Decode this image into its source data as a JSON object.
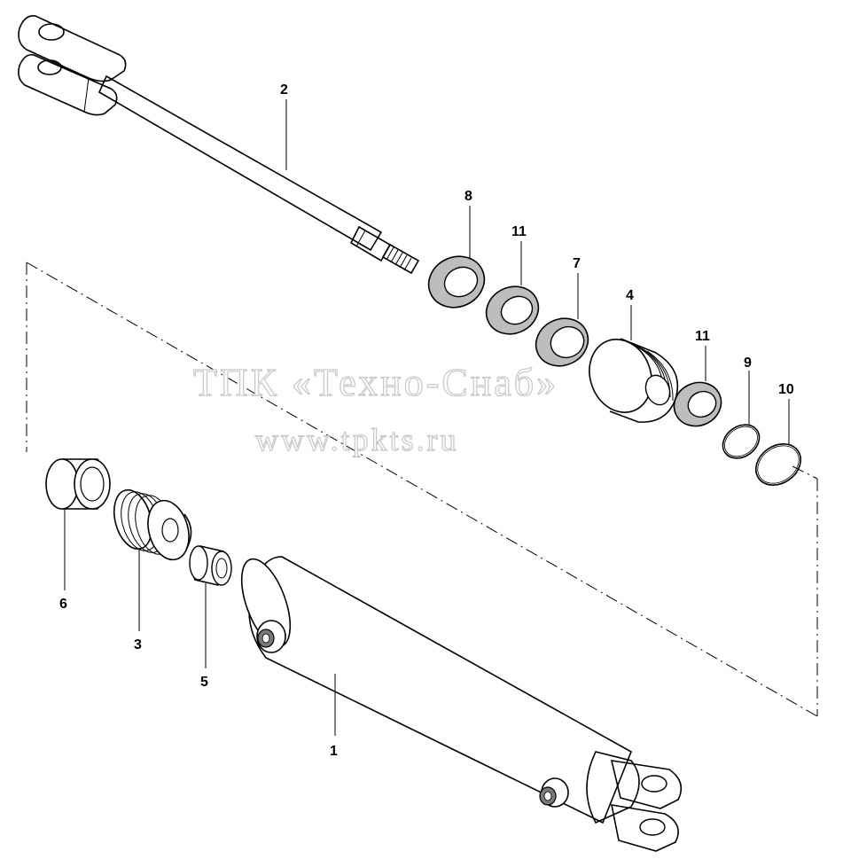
{
  "watermark": {
    "line1": "ТПК «Техно-Снаб»",
    "line2": "www.tpkts.ru"
  },
  "callouts": [
    {
      "id": "c1",
      "text": "1"
    },
    {
      "id": "c2",
      "text": "2"
    },
    {
      "id": "c3",
      "text": "3"
    },
    {
      "id": "c4",
      "text": "4"
    },
    {
      "id": "c5",
      "text": "5"
    },
    {
      "id": "c6",
      "text": "6"
    },
    {
      "id": "c7",
      "text": "7"
    },
    {
      "id": "c8",
      "text": "8"
    },
    {
      "id": "c9",
      "text": "9"
    },
    {
      "id": "c10",
      "text": "10"
    },
    {
      "id": "c11a",
      "text": "11"
    },
    {
      "id": "c11b",
      "text": "11"
    }
  ],
  "colors": {
    "line": "#000000",
    "background": "#ffffff",
    "watermark": "#c8c8c8",
    "shade": "#bdbdbd"
  }
}
